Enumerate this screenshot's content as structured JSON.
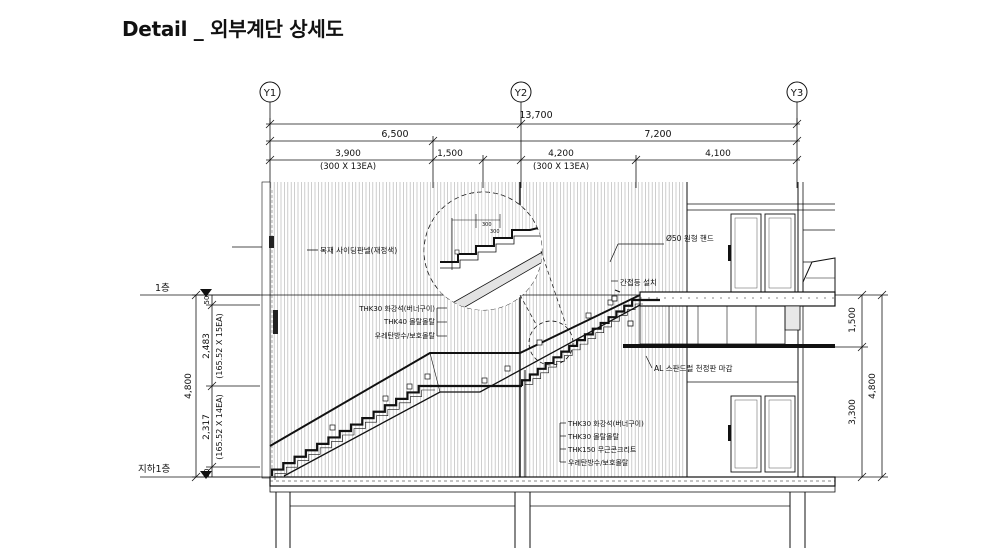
{
  "title": "Detail _ 외부계단 상세도",
  "grid": {
    "y1": "Y1",
    "y2": "Y2",
    "y3": "Y3"
  },
  "dims": {
    "total": "13,700",
    "left": "6,500",
    "right": "7,200",
    "d1": "3,900",
    "d1_sub": "(300 X 13EA)",
    "d2": "1,500",
    "d3": "4,200",
    "d3_sub": "(300 X 13EA)",
    "d4": "4,100"
  },
  "levels": {
    "first": "1층",
    "basement": "지하1층"
  },
  "left_dims": {
    "total": "4,800",
    "upper": "2,483",
    "upper_sub": "(165.52 X 15EA)",
    "lower": "2,317",
    "lower_sub": "(165.52 X 14EA)",
    "top_small": "50",
    "bottom_small": "50"
  },
  "right_dims": {
    "r1": "1,500",
    "r2": "3,300",
    "total": "4,800"
  },
  "notes": {
    "wood_panel": "목재 사이딩판넬(재정색)",
    "handrail": "Ø50 원형 핸드",
    "handrail_install": "간접등 설치",
    "upper_finish": [
      "THK30 화강석(버너구이)",
      "THK40 몰탈몰탈",
      "우레탄방수/보호몰탈"
    ],
    "al_finish": "AL 스판드럴 천정판 마감",
    "lower_finish": [
      "THK30 화강석(버너구이)",
      "THK30 몰탈몰탈",
      "THK150 무근콘크리트",
      "우레탄방수/보호몰탈"
    ],
    "detail_dim1": "300",
    "detail_dim2": "300"
  }
}
